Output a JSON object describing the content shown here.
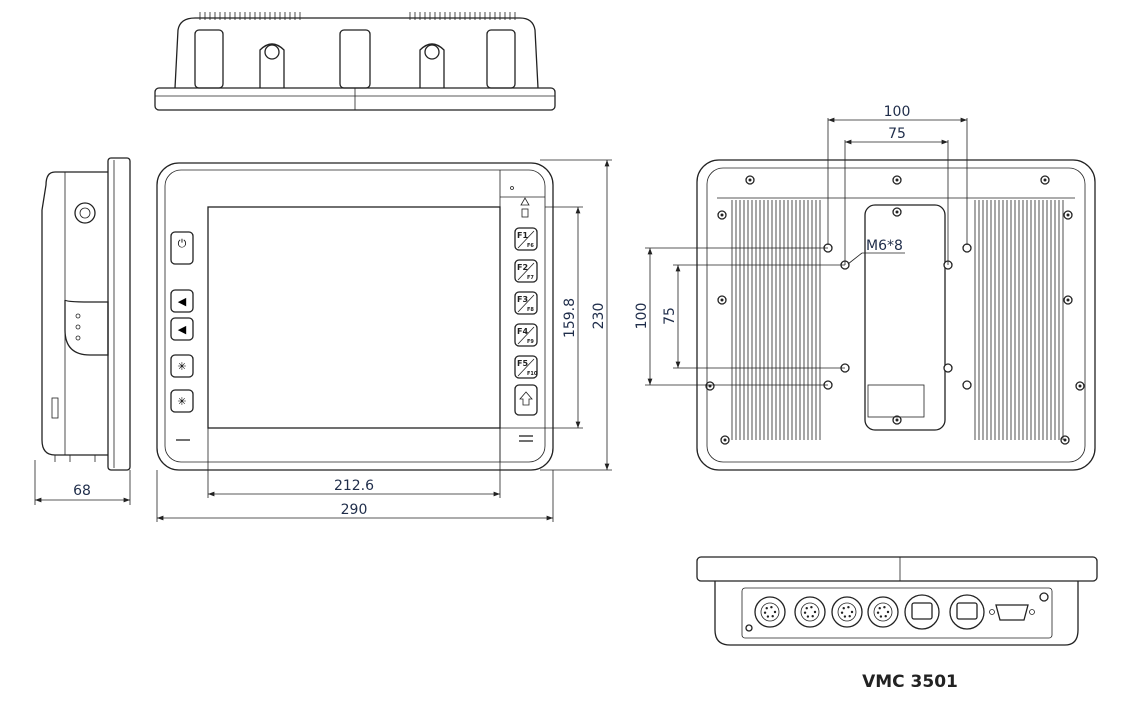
{
  "dimensions": {
    "side_depth": "68",
    "screen_width": "212.6",
    "overall_width": "290",
    "screen_height": "159.8",
    "overall_height": "230",
    "vesa_outer_h": "100",
    "vesa_inner_h": "75",
    "vesa_outer_v": "100",
    "vesa_inner_v": "75",
    "screw_spec": "M6*8"
  },
  "function_keys": [
    {
      "main": "F1",
      "sub": "F6"
    },
    {
      "main": "F2",
      "sub": "F7"
    },
    {
      "main": "F3",
      "sub": "F8"
    },
    {
      "main": "F4",
      "sub": "F9"
    },
    {
      "main": "F5",
      "sub": "F10"
    }
  ],
  "left_buttons": [
    "power-icon",
    "volume-down-icon",
    "volume-up-icon",
    "brightness-up-icon",
    "brightness-down-icon"
  ],
  "model_label": "VMC 3501"
}
